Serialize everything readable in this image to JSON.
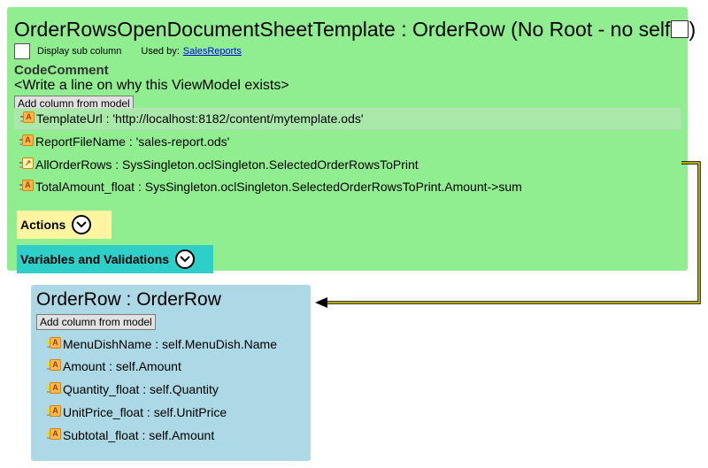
{
  "main_view": {
    "title": "OrderRowsOpenDocumentSheetTemplate : OrderRow  (No Root - no self",
    "title_close": ")",
    "display_sub_column_label": "Display sub column",
    "used_by_label": "Used by:",
    "used_by_link": "SalesReports",
    "code_comment_label": "CodeComment",
    "code_comment_text": "<Write a line on why this ViewModel exists>",
    "add_column_label": "Add column from model",
    "rows": [
      {
        "text": "TemplateUrl : 'http://localhost:8182/content/mytemplate.ods'",
        "icon": "attribute-icon"
      },
      {
        "text": "ReportFileName : 'sales-report.ods'",
        "icon": "attribute-icon"
      },
      {
        "text": "AllOrderRows : SysSingleton.oclSingleton.SelectedOrderRowsToPrint",
        "icon": "nested-link-icon"
      },
      {
        "text": "TotalAmount_float : SysSingleton.oclSingleton.SelectedOrderRowsToPrint.Amount->sum",
        "icon": "attribute-icon"
      }
    ],
    "actions_label": "Actions",
    "variables_label": "Variables and Validations"
  },
  "nested_view": {
    "title": "OrderRow : OrderRow",
    "add_column_label": "Add column from model",
    "rows": [
      {
        "text": "MenuDishName : self.MenuDish.Name",
        "icon": "attribute-icon"
      },
      {
        "text": "Amount : self.Amount",
        "icon": "attribute-icon"
      },
      {
        "text": "Quantity_float : self.Quantity",
        "icon": "attribute-icon"
      },
      {
        "text": "UnitPrice_float : self.UnitPrice",
        "icon": "attribute-icon"
      },
      {
        "text": "Subtotal_float : self.Amount",
        "icon": "attribute-icon"
      }
    ]
  },
  "colors": {
    "main_panel": "#90ee90",
    "nested_panel": "#add8e6",
    "actions": "#fff5a0",
    "variables": "#2ecfc8",
    "connector": "#f0e000"
  }
}
